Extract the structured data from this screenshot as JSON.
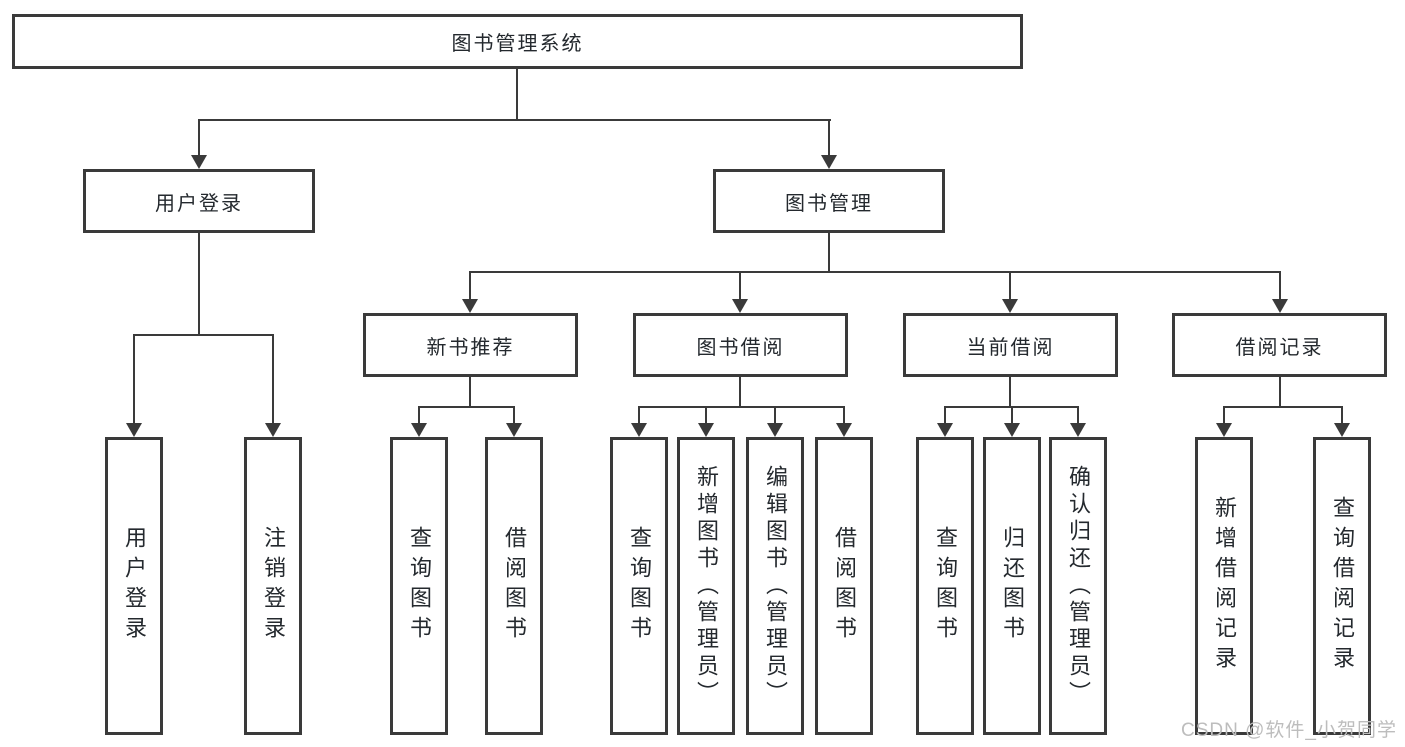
{
  "tree": {
    "root": {
      "label": "图书管理系统"
    },
    "branches": [
      {
        "label": "用户登录",
        "children": [
          {
            "label": "用户登录"
          },
          {
            "label": "注销登录"
          }
        ]
      },
      {
        "label": "图书管理",
        "children": [
          {
            "label": "新书推荐",
            "children": [
              {
                "label": "查询图书"
              },
              {
                "label": "借阅图书"
              }
            ]
          },
          {
            "label": "图书借阅",
            "children": [
              {
                "label": "查询图书"
              },
              {
                "label": "新增图书（管理员）"
              },
              {
                "label": "编辑图书（管理员）"
              },
              {
                "label": "借阅图书"
              }
            ]
          },
          {
            "label": "当前借阅",
            "children": [
              {
                "label": "查询图书"
              },
              {
                "label": "归还图书"
              },
              {
                "label": "确认归还（管理员）"
              }
            ]
          },
          {
            "label": "借阅记录",
            "children": [
              {
                "label": "新增借阅记录"
              },
              {
                "label": "查询借阅记录"
              }
            ]
          }
        ]
      }
    ]
  },
  "watermark": "CSDN @软件_小贺同学",
  "colors": {
    "line": "#3a3a3a",
    "text": "#24292e",
    "background": "#ffffff",
    "watermark": "#bdbdbd"
  }
}
